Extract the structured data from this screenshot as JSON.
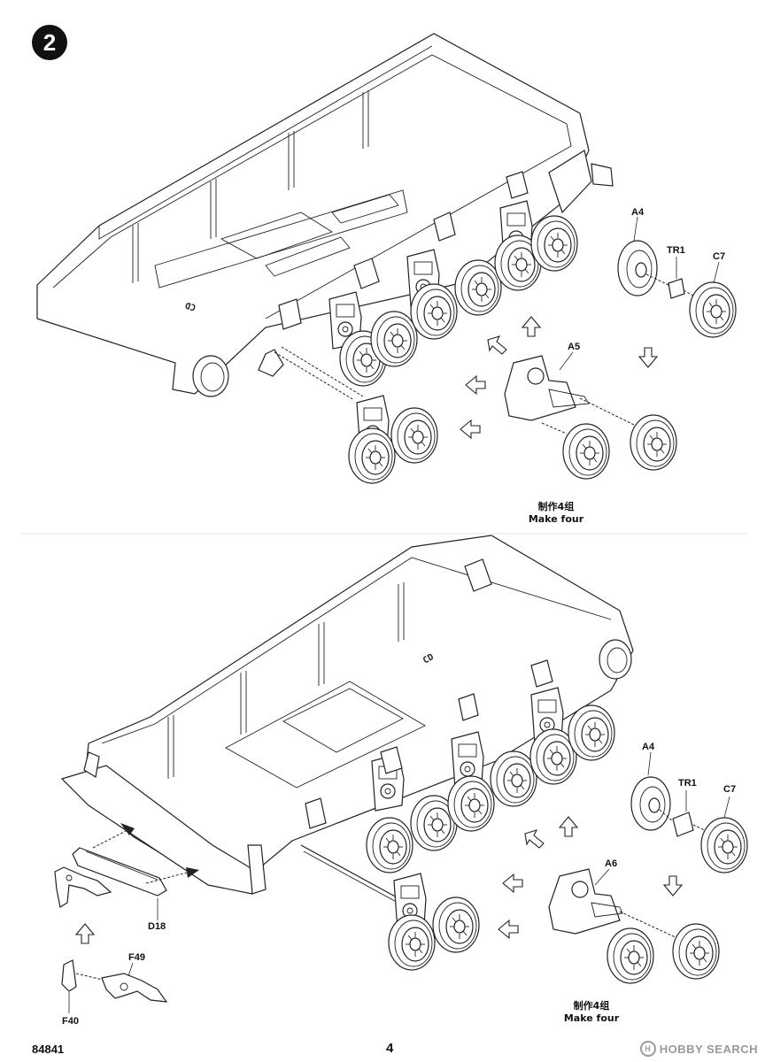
{
  "page": {
    "step_number": "2",
    "kit_number": "84841",
    "page_number": "4",
    "watermark": "HOBBY SEARCH"
  },
  "upper_assembly": {
    "parts": {
      "idler_outer": "A4",
      "idler_ring": "TR1",
      "idler_inner": "C7",
      "suspension": "A5"
    },
    "hull_marking": "CD",
    "caption_cn": "制作4组",
    "caption_en": "Make four"
  },
  "lower_assembly": {
    "parts": {
      "idler_outer": "A4",
      "idler_ring": "TR1",
      "idler_inner": "C7",
      "suspension": "A6",
      "tow_plate": "D18",
      "tow_hook": "F49",
      "hook_bracket": "F40"
    },
    "hull_marking": "CD",
    "caption_cn": "制作4组",
    "caption_en": "Make four"
  }
}
